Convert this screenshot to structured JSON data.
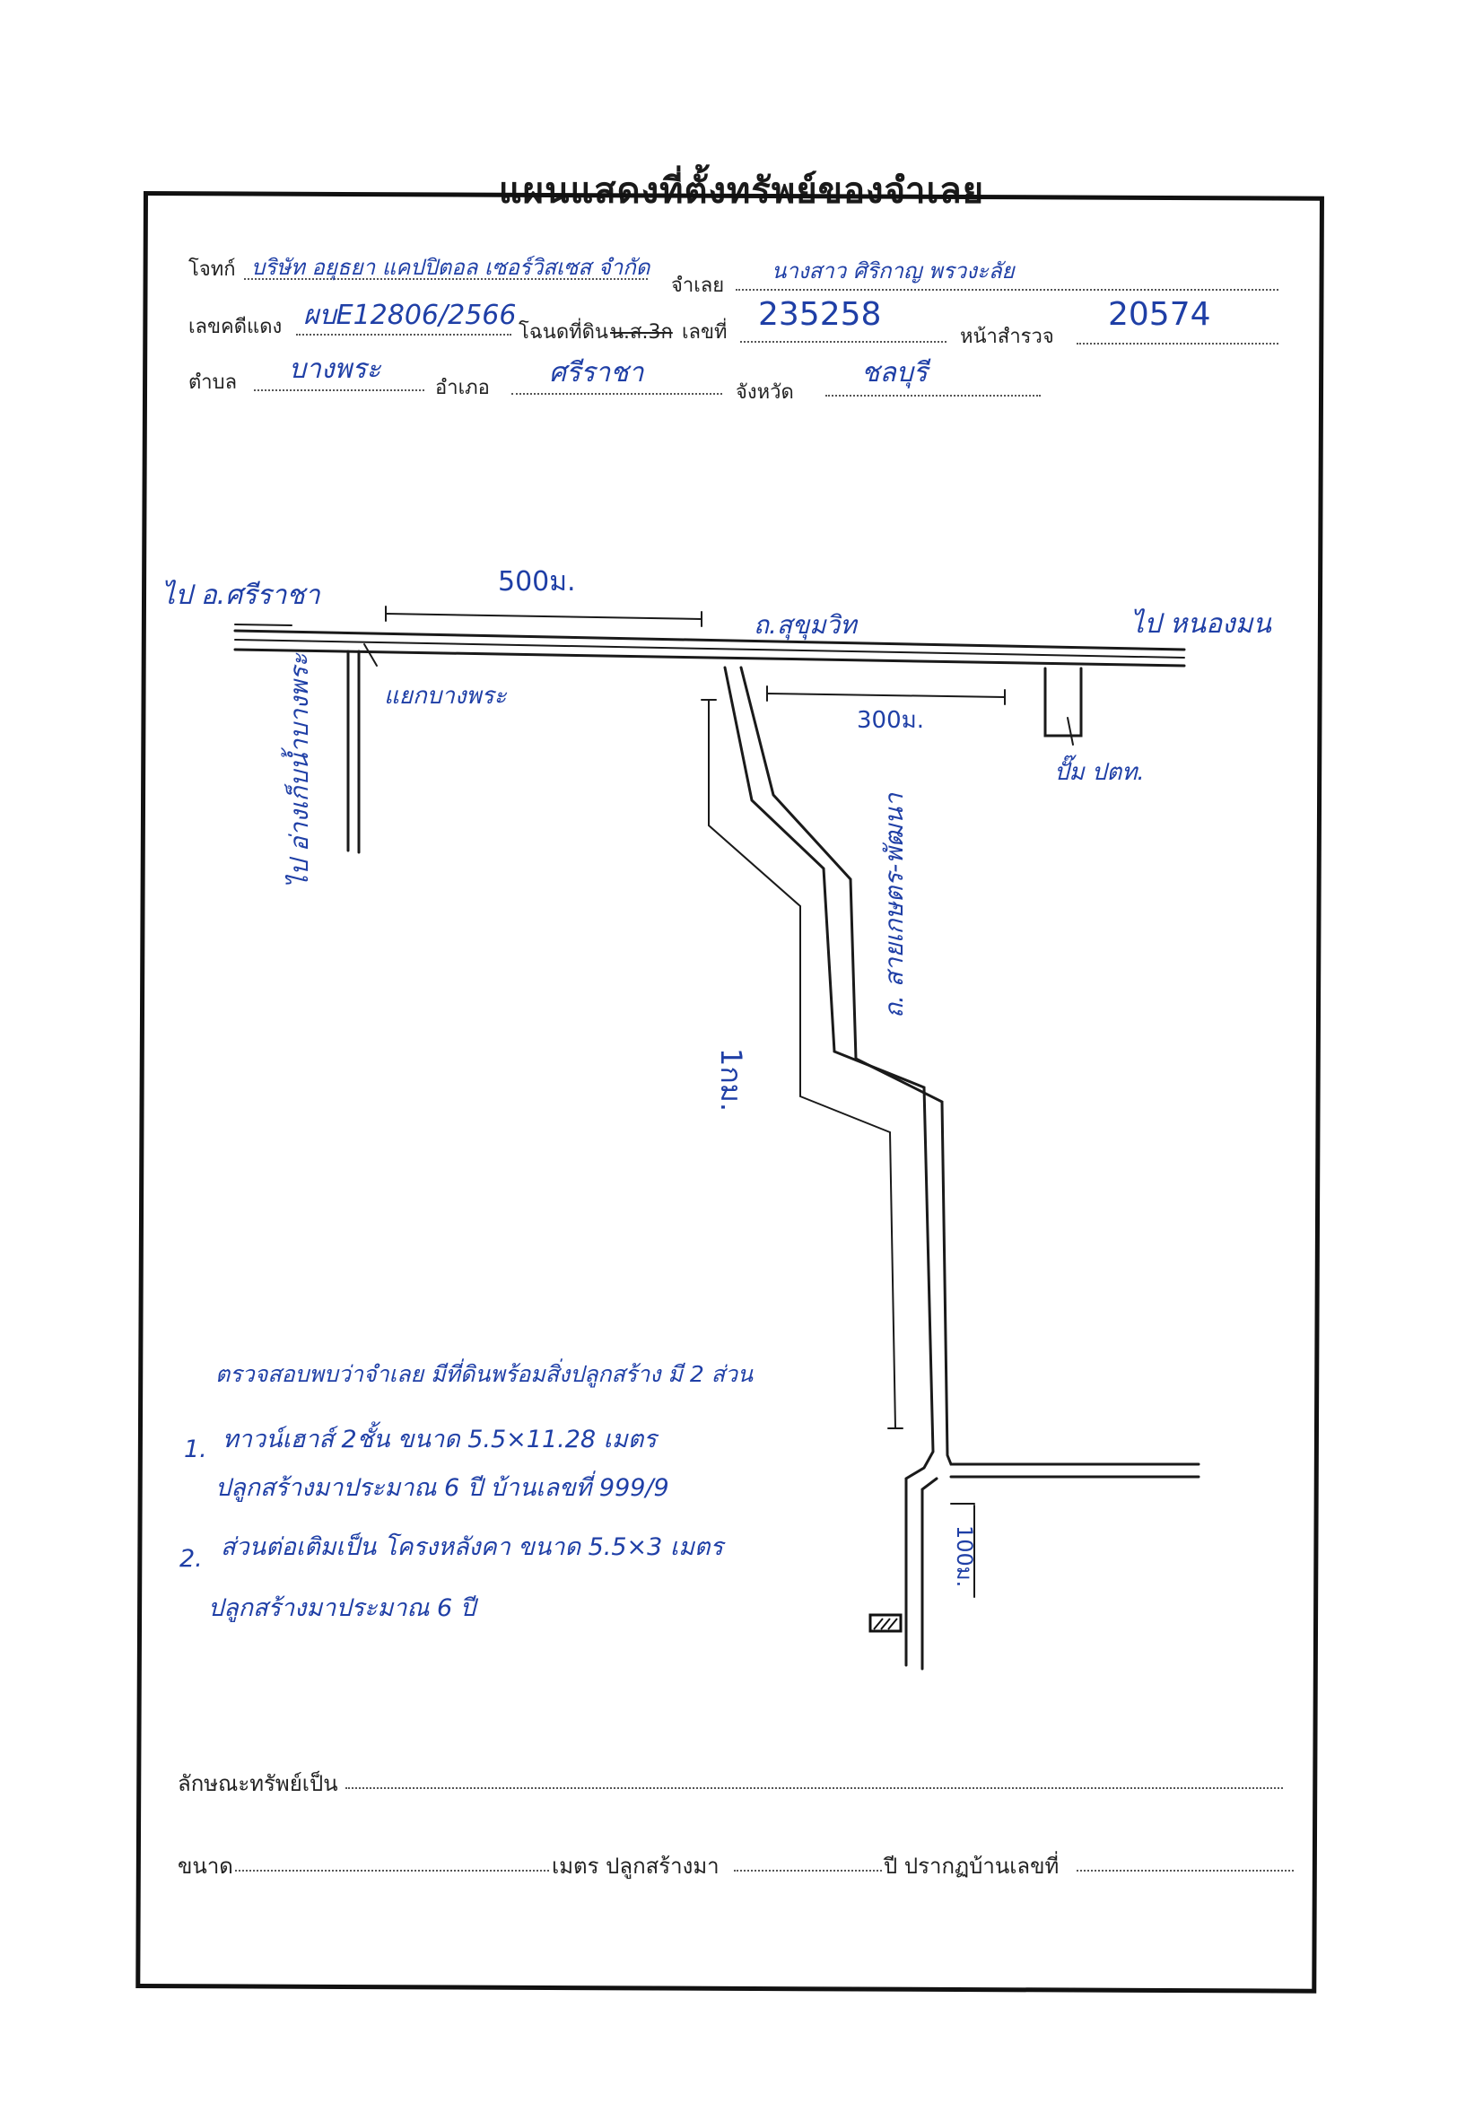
{
  "title": "แผนแสดงที่ตั้งทรัพย์ของจำเลย",
  "header": {
    "plaintiff_label": "โจทก์",
    "plaintiff_value": "บริษัท อยุธยา แคปปิตอล เซอร์วิสเซส จำกัด",
    "defendant_label": "จำเลย",
    "defendant_value": "นางสาว ศิริกาญ พรวงะลัย",
    "case_label": "เลขคดีแดง",
    "case_value": "ผบE12806/2566",
    "deed_label": "โฉนดที่ดิน",
    "deed_struck": "น.ส.3ก",
    "deed_no_label": "เลขที่",
    "deed_no_value": "235258",
    "survey_label": "หน้าสำรวจ",
    "survey_value": "20574",
    "subdistrict_label": "ตำบล",
    "subdistrict_value": "บางพระ",
    "district_label": "อำเภอ",
    "district_value": "ศรีราชา",
    "province_label": "จังหวัด",
    "province_value": "ชลบุรี"
  },
  "map": {
    "to_sriracha": "ไป อ.ศรีราชา",
    "dist_500": "500ม.",
    "road_sukhumvit": "ถ.สุขุมวิท",
    "to_nong_mon": "ไป หนองมน",
    "junction_bangphra": "แยกบางพระ",
    "to_reservoir": "ไป อ่างเก็บน้ำบางพระ",
    "dist_300": "300ม.",
    "ptt_station": "ปั๊ม ปตท.",
    "road_saibangphra": "ถ. สายเกษตร-พัฒนา",
    "dist_1km": "1กม.",
    "dist_100": "100ม."
  },
  "notes": {
    "intro": "ตรวจสอบพบว่าจำเลย มีที่ดินพร้อมสิ่งปลูกสร้าง มี 2 ส่วน",
    "item1_no": "1.",
    "item1_line1": "ทาวน์เฮาส์ 2ชั้น ขนาด 5.5×11.28 เมตร",
    "item1_line2": "ปลูกสร้างมาประมาณ 6 ปี บ้านเลขที่ 999/9",
    "item2_no": "2.",
    "item2_line1": "ส่วนต่อเติมเป็น โครงหลังคา ขนาด 5.5×3 เมตร",
    "item2_line2": "ปลูกสร้างมาประมาณ 6 ปี"
  },
  "footer": {
    "nature_label": "ลักษณะทรัพย์เป็น",
    "size_label": "ขนาด",
    "meters_label": "เมตร ปลูกสร้างมา",
    "years_label": "ปี ปรากฏบ้านเลขที่"
  },
  "colors": {
    "ink": "#1f3fa6",
    "print": "#222222"
  }
}
